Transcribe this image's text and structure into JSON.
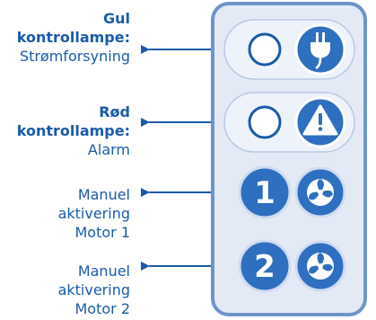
{
  "labels": [
    {
      "title": "Gul",
      "title2": "kontrollampe:",
      "desc": "Strømforsyning"
    },
    {
      "title": "Rød",
      "title2": "kontrollampe:",
      "desc": "Alarm"
    },
    {
      "line1": "Manuel",
      "line2": "aktivering",
      "line3": "Motor 1"
    },
    {
      "line1": "Manuel",
      "line2": "aktivering",
      "line3": "Motor 2"
    }
  ],
  "buttons": {
    "motor1_number": "1",
    "motor2_number": "2"
  },
  "icons": [
    "plug-icon",
    "warning-icon",
    "fan-icon",
    "fan-icon"
  ],
  "colors": {
    "panel_fill": "#e4eaf5",
    "panel_border": "#6d95c9",
    "button_blue": "#2f6fc0",
    "text_blue": "#1b5ba8"
  }
}
